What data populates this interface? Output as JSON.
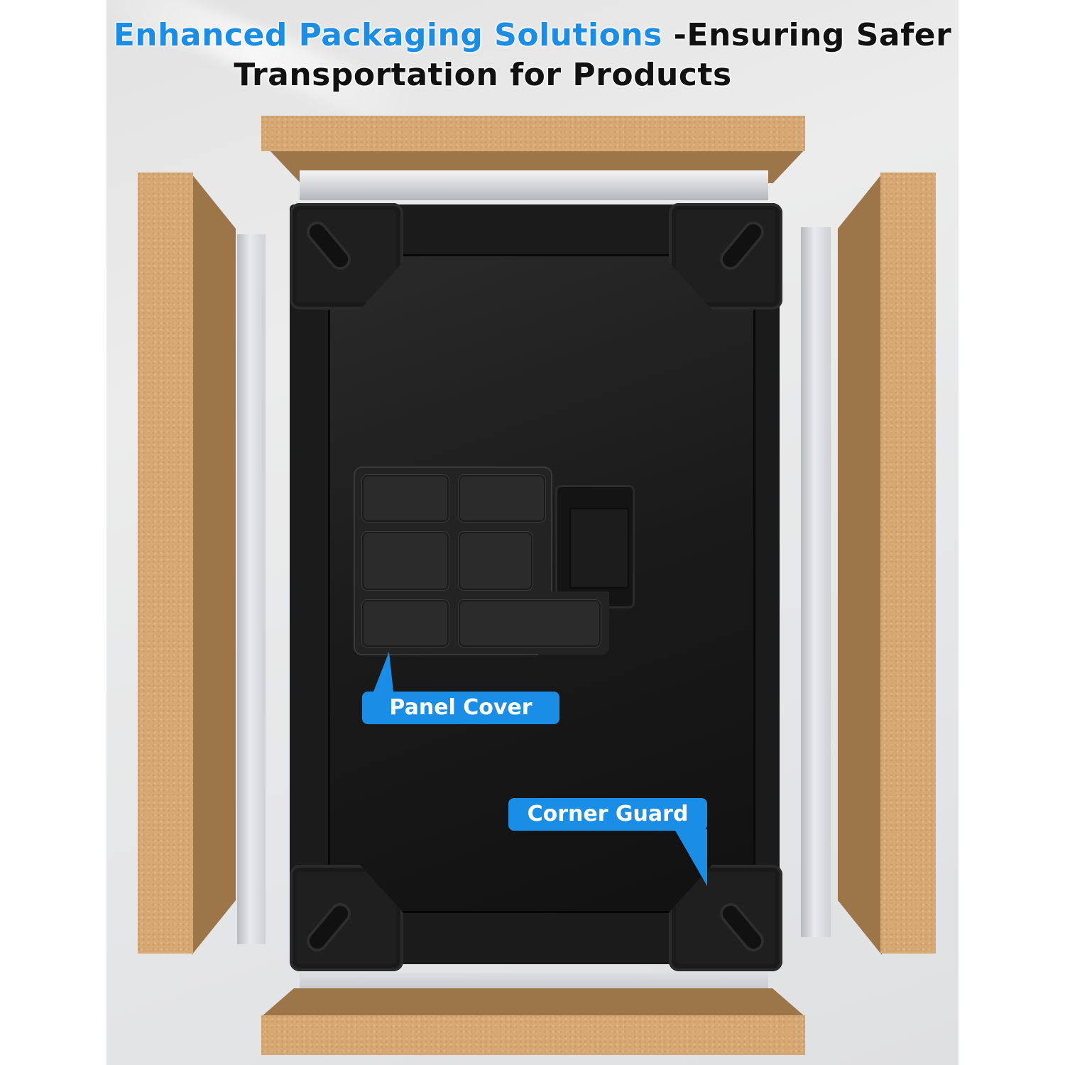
{
  "headline": {
    "line1_blue": "Enhanced Packaging Solutions",
    "line1_black": " -Ensuring Safer",
    "line2": "Transportation for Products",
    "accent_color": "#1a8ee6",
    "text_color": "#111111"
  },
  "callouts": [
    {
      "label": "Panel Cover",
      "color": "#1a8ee6"
    },
    {
      "label": "Corner Guard",
      "color": "#1a8ee6"
    }
  ],
  "scene": {
    "product": "black safe",
    "packaging": [
      "cardboard panels (4 sides)",
      "foam strips (4 sides)",
      "corner guards (4)",
      "panel cover"
    ],
    "cardboard_color": "#d6a874",
    "safe_color": "#1b1b1b"
  }
}
